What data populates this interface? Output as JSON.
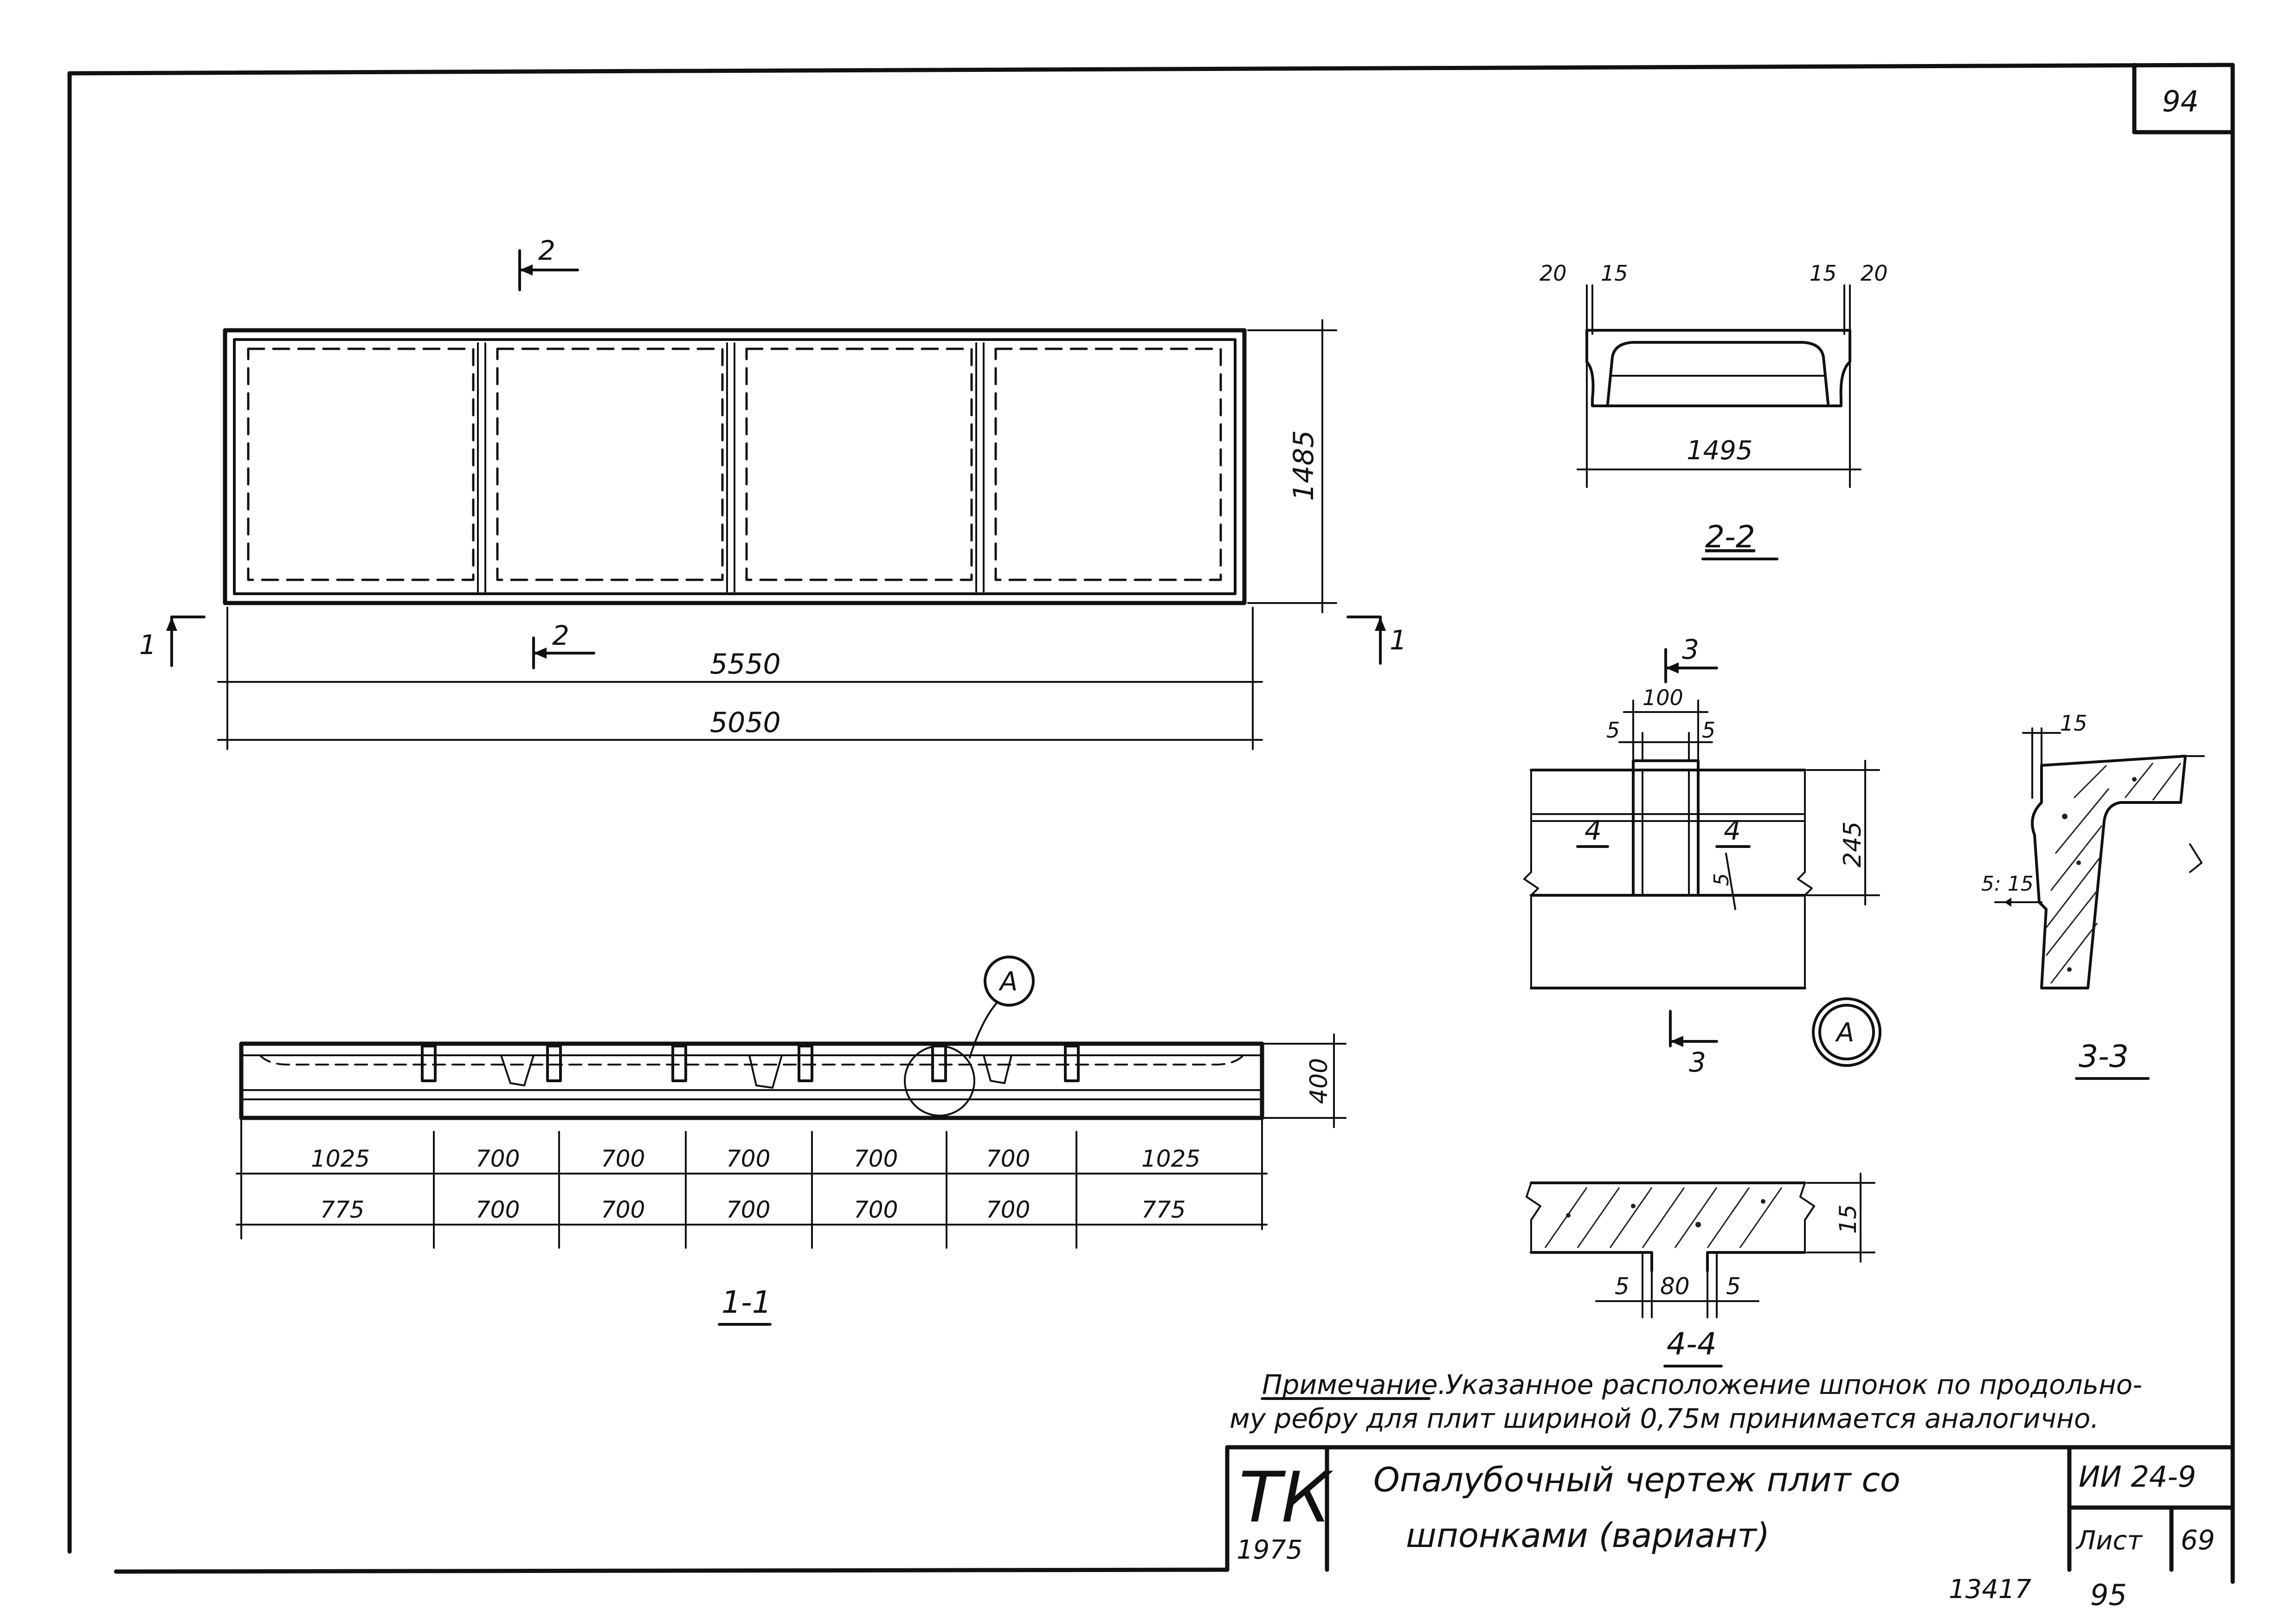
{
  "sheet_number": "94",
  "plan": {
    "section_mark": "2",
    "cut_mark": "1",
    "width_dim": "1485",
    "length_outer": "5550",
    "length_inner": "5050"
  },
  "section_2_2": {
    "left_dims": [
      "20",
      "15"
    ],
    "right_dims": [
      "15",
      "20"
    ],
    "width": "1495",
    "title": "2-2"
  },
  "section_1_1": {
    "callout": "A",
    "height": "400",
    "top_row": [
      "1025",
      "700",
      "700",
      "700",
      "700",
      "700",
      "1025"
    ],
    "bottom_row": [
      "775",
      "700",
      "700",
      "700",
      "700",
      "700",
      "775"
    ],
    "title": "1-1"
  },
  "detail_A": {
    "cut_mark": "3",
    "w100": "100",
    "s5a": "5",
    "s5b": "5",
    "sec_left": "4",
    "sec_right": "4",
    "s5v": "5",
    "height": "245",
    "label": "A"
  },
  "section_3_3": {
    "top": "15",
    "side": "5: 15",
    "title": "3-3"
  },
  "section_4_4": {
    "thick": "15",
    "d5a": "5",
    "d80": "80",
    "d5b": "5",
    "title": "4-4"
  },
  "note": {
    "label": "Примечание.",
    "line1": "Указанное расположение шпонок по продольно-",
    "line2": "му ребру для плит шириной 0,75м принимается аналогично."
  },
  "title_block": {
    "logo": "ТК",
    "year": "1975",
    "title_line1": "Опалубочный чертеж плит со",
    "title_line2": "шпонками (вариант)",
    "code": "ИИ 24-9",
    "sheet_label": "Лист",
    "sheet_no": "69"
  },
  "footer": {
    "stamp": "13417",
    "page": "95"
  }
}
